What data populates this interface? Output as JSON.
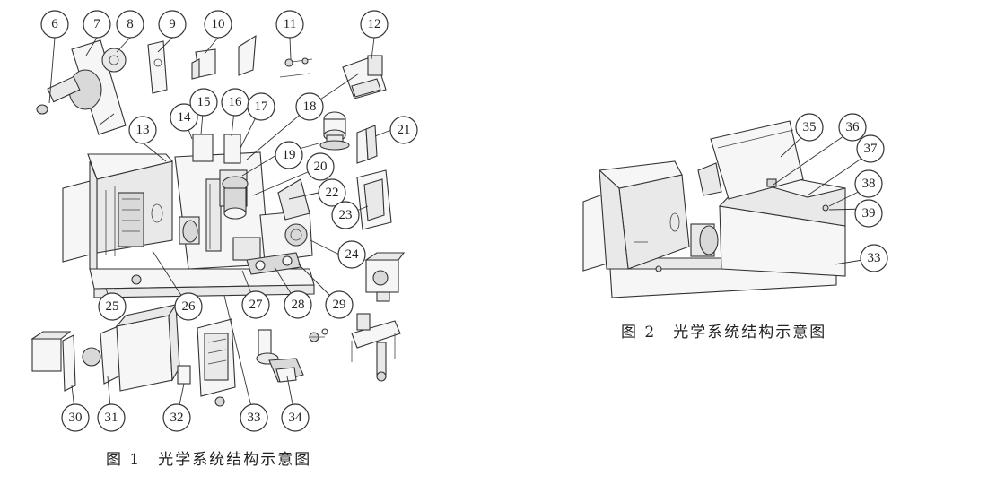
{
  "figure1": {
    "caption": "图 1　光学系统结构示意图",
    "labels": [
      "6",
      "7",
      "8",
      "9",
      "10",
      "11",
      "12",
      "13",
      "14",
      "15",
      "16",
      "17",
      "18",
      "19",
      "20",
      "21",
      "22",
      "23",
      "24",
      "25",
      "26",
      "27",
      "28",
      "29",
      "30",
      "31",
      "32",
      "33",
      "34"
    ]
  },
  "figure2": {
    "caption": "图 2　光学系统结构示意图",
    "labels": [
      "35",
      "36",
      "37",
      "38",
      "39",
      "33"
    ]
  }
}
